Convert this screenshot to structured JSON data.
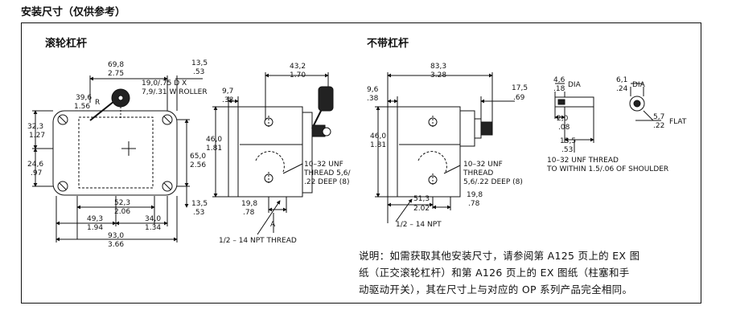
{
  "page_title": "安装尺寸（仅供参考）",
  "sections": {
    "roller": {
      "title": "滚轮杠杆"
    },
    "no_lever": {
      "title": "不带杠杆"
    }
  },
  "dims_roller_front": {
    "d1_mm": "69,8",
    "d1_in": "2.75",
    "d2_mm": "13,5",
    "d2_in": ".53",
    "d3_mm": "39,6",
    "d3_in": "1.56",
    "d3_suffix": "R",
    "d4_line1": "19,0/.75 D X",
    "d4_line2": "7,9/.31 W ROLLER",
    "d5_mm": "32,3",
    "d5_in": "1.27",
    "d6_mm": "24,6",
    "d6_in": ".97",
    "d7_mm": "65,0",
    "d7_in": "2.56",
    "d8_mm": "52,3",
    "d8_in": "2.06",
    "d9_mm": "13,5",
    "d9_in": ".53",
    "d10_mm": "49,3",
    "d10_in": "1.94",
    "d11_mm": "34,0",
    "d11_in": "1.34",
    "d12_mm": "93,0",
    "d12_in": "3.66"
  },
  "dims_roller_side": {
    "d1_mm": "43,2",
    "d1_in": "1.70",
    "d2_mm": "9,7",
    "d2_in": ".38",
    "d3_mm": "46,0",
    "d3_in": "1.81",
    "thread_line1": "10–32 UNF",
    "thread_line2": "THREAD 5,6/",
    "thread_line3": ".22 DEEP (8)",
    "d4_mm": "19,8",
    "d4_in": ".78",
    "section_a": "A",
    "npt": "1/2 – 14 NPT THREAD"
  },
  "dims_nolever_side": {
    "d1_mm": "83,3",
    "d1_in": "3.28",
    "d2_mm": "9,6",
    "d2_in": ".38",
    "d3_mm": "17,5",
    "d3_in": ".69",
    "d4_mm": "46,0",
    "d4_in": "1.81",
    "thread_line1": "10–32 UNF",
    "thread_line2": "THREAD",
    "thread_line3": "5,6/.22 DEEP (8)",
    "d5_mm": "51,3",
    "d5_in": "2.02",
    "d6_mm": "19,8",
    "d6_in": ".78",
    "npt": "1/2 – 14 NPT"
  },
  "dims_plunger": {
    "d1_mm": "4,6",
    "d1_in": ".18",
    "d1_label": "DIA",
    "d2_mm": "6,1",
    "d2_in": ".24",
    "d2_label": "DIA",
    "d3_mm": "2,0",
    "d3_in": ".08",
    "d4_mm": "5,7",
    "d4_in": ".22",
    "d4_label": "FLAT",
    "d5_mm": "13,5",
    "d5_in": ".53",
    "thread_line1": "10–32 UNF THREAD",
    "thread_line2": "TO WITHIN 1.5/.06 OF SHOULDER"
  },
  "note": {
    "line1": "说明：如需获取其他安装尺寸，请参阅第 A125 页上的 EX 图",
    "line2": "纸（正交滚轮杠杆）和第 A126 页上的 EX 图纸（柱塞和手",
    "line3": "动驱动开关），其在尺寸上与对应的 OP 系列产品完全相同。"
  }
}
